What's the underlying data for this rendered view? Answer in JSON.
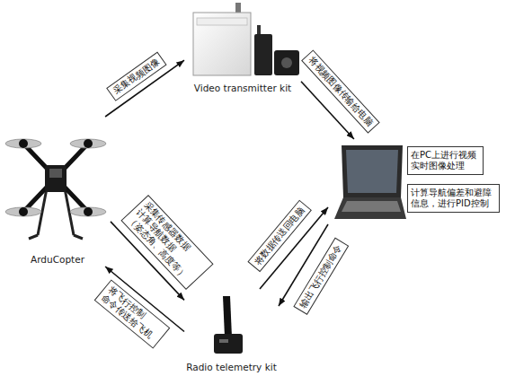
{
  "diagram": {
    "nodes": [
      {
        "text": [
          "ArduCopter"
        ]
      },
      {
        "text": [
          "Video transmitter kit"
        ]
      },
      {
        "text": [
          "在PC上进行视频实时图像处理",
          "计算导航偏差和避障信息，进行PID控制"
        ]
      },
      {
        "text": [
          "Radio telemetry kit"
        ]
      }
    ],
    "edges": [
      {
        "from": 0,
        "to": 1,
        "arrow": "to",
        "label": "采集视频图像"
      },
      {
        "from": 1,
        "to": 2,
        "arrow": "to",
        "label": "将视频图像传输给电脑"
      },
      {
        "from": 0,
        "to": 3,
        "arrow": "to",
        "label": "采集传感器数据 计算导航数据 （姿态角、高度等）"
      },
      {
        "from": 3,
        "to": 2,
        "arrow": "to",
        "label": "将数据传送回电脑"
      },
      {
        "from": 2,
        "to": 3,
        "arrow": "to",
        "label": "输出飞行控制命令"
      },
      {
        "from": 3,
        "to": 0,
        "arrow": "to",
        "label": "将飞行控制 命令传送给飞机"
      }
    ]
  }
}
